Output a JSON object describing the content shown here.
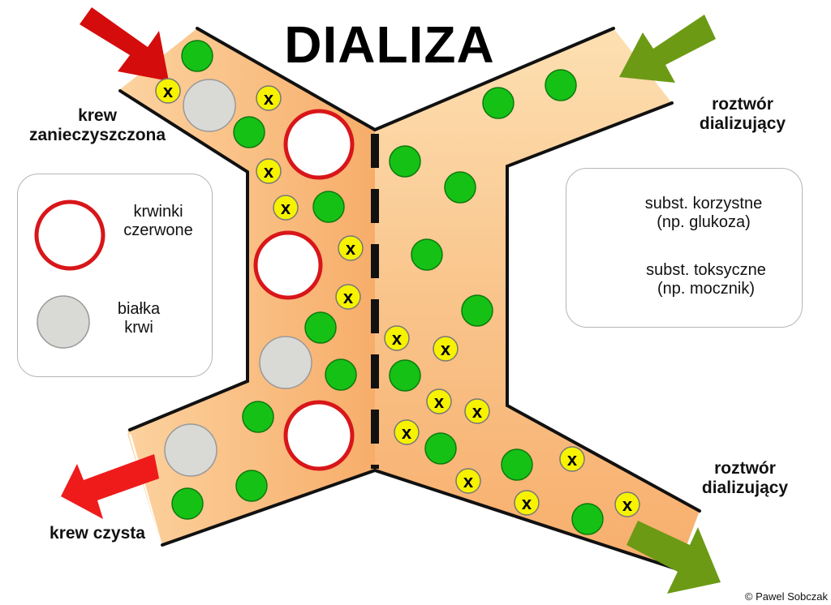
{
  "title": "DIALIZA",
  "labels": {
    "blood_in": [
      "krew",
      "zanieczyszczona"
    ],
    "blood_out": "krew czysta",
    "dialysate_in": [
      "roztwór",
      "dializujący"
    ],
    "dialysate_out": [
      "roztwór",
      "dializujący"
    ]
  },
  "legend_left": {
    "red_cells": [
      "krwinki",
      "czerwone"
    ],
    "proteins": [
      "białka",
      "krwi"
    ]
  },
  "legend_right": {
    "useful": [
      "subst. korzystne",
      "(np. glukoza)"
    ],
    "toxic": [
      "subst. toksyczne",
      "(np. mocznik)"
    ],
    "toxic_symbol": "x"
  },
  "copyright": "© Pawel Sobczak",
  "colors": {
    "blood_channel": "#f9b574",
    "dialysate_channel": "#fcd7a3",
    "green_particle": "#16c116",
    "toxic_particle": "#f6f200",
    "red_cell_ring": "#d8161a",
    "protein": "#d9d9d6",
    "arrow_blood_in": "#d50c0c",
    "arrow_blood_out": "#ef1b1b",
    "arrow_dialysate": "#6c9a15"
  }
}
